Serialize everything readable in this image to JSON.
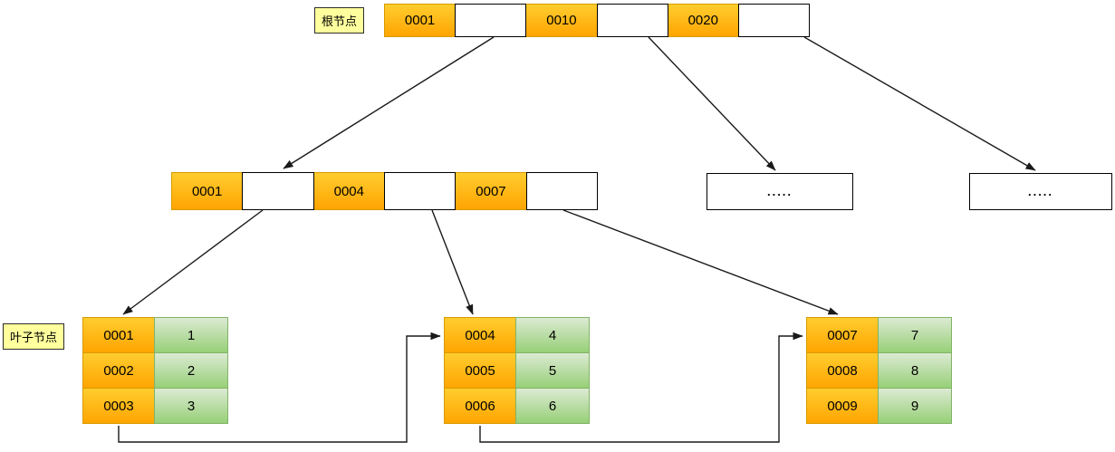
{
  "labels": {
    "root": "根节点",
    "leaf": "叶子节点"
  },
  "ellipsis": ".....",
  "root_node": {
    "cells": [
      "0001",
      "",
      "0010",
      "",
      "0020",
      ""
    ]
  },
  "internal_node": {
    "cells": [
      "0001",
      "",
      "0004",
      "",
      "0007",
      ""
    ]
  },
  "leaves": [
    {
      "rows": [
        [
          "0001",
          "1"
        ],
        [
          "0002",
          "2"
        ],
        [
          "0003",
          "3"
        ]
      ]
    },
    {
      "rows": [
        [
          "0004",
          "4"
        ],
        [
          "0005",
          "5"
        ],
        [
          "0006",
          "6"
        ]
      ]
    },
    {
      "rows": [
        [
          "0007",
          "7"
        ],
        [
          "0008",
          "8"
        ],
        [
          "0009",
          "9"
        ]
      ]
    }
  ],
  "edges": [
    "root-pointer-1 -> internal-node",
    "root-pointer-2 -> ellipsis-box-1",
    "root-pointer-3 -> ellipsis-box-2",
    "internal-pointer-1 -> leaf-1",
    "internal-pointer-2 -> leaf-2",
    "internal-pointer-3 -> leaf-3",
    "leaf-1 -> leaf-2 (linked list)",
    "leaf-2 -> leaf-3 (linked list)"
  ],
  "colors": {
    "key_fill_top": "#ffcd2e",
    "key_fill_bottom": "#ffa502",
    "key_border": "#d79b00",
    "value_fill_top": "#dcead3",
    "value_fill_bottom": "#97d077",
    "value_border": "#82b366",
    "label_fill": "#ffff9e",
    "line": "#1a1a1a"
  }
}
